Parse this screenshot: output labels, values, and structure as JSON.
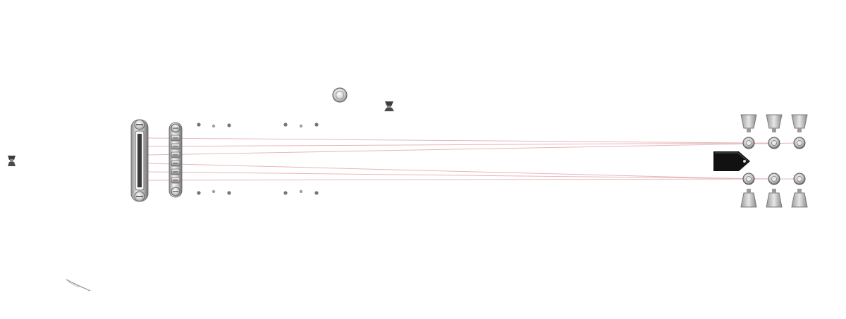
{
  "scene": {
    "subject": "guitar-hardware-exploded-view",
    "background": "#ffffff"
  },
  "colors": {
    "string": "#e8b6b9",
    "chrome_light": "#f2f2f2",
    "chrome_mid": "#b9b9b9",
    "chrome_dark": "#5e5e5e",
    "truss_cover": "#111111",
    "pole_piece": "#6d7a72"
  },
  "strings": {
    "count": 6
  },
  "tuners": {
    "count": 6,
    "layout": "3+3"
  },
  "pickups": {
    "count": 2,
    "visible_as": "mounting-screw-points"
  },
  "parts": [
    "tailpiece",
    "bridge",
    "neck-pickup-screws",
    "bridge-pickup-screws",
    "control-knob",
    "strap-button-front",
    "strap-button-rear",
    "pickguard-edge",
    "truss-rod-cover",
    "tuning-pegs"
  ]
}
